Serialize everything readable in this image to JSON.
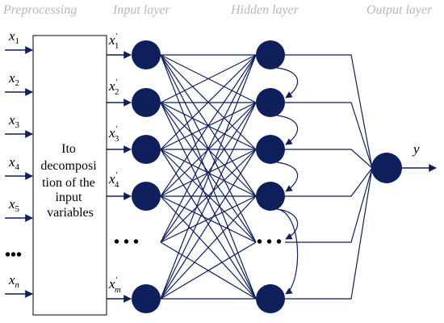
{
  "headers": {
    "preprocessing": "Preprocessing",
    "input_layer": "Input layer",
    "hidden_layer": "Hidden layer",
    "output_layer": "Output layer"
  },
  "inputs": [
    {
      "base": "x",
      "sub": "1"
    },
    {
      "base": "x",
      "sub": "2"
    },
    {
      "base": "x",
      "sub": "3"
    },
    {
      "base": "x",
      "sub": "4"
    },
    {
      "base": "x",
      "sub": "5"
    },
    {
      "base": "x",
      "sub": "n"
    }
  ],
  "input_ellipsis": "•••",
  "preprocessing_box_lines": [
    "Ito",
    "decomposi",
    "tion of the",
    "input",
    "variables"
  ],
  "transformed_inputs": [
    {
      "base": "x",
      "prime": "'",
      "sub": "1"
    },
    {
      "base": "x",
      "prime": "'",
      "sub": "2"
    },
    {
      "base": "x",
      "prime": "'",
      "sub": "3"
    },
    {
      "base": "x",
      "prime": "'",
      "sub": "4"
    },
    {
      "base": "x",
      "prime": "'",
      "sub": "m"
    }
  ],
  "layer_ellipsis": "• • •",
  "output_label": "y",
  "colors": {
    "node": "#0e1f5c",
    "header": "#b7b7b7",
    "text": "#000000"
  }
}
